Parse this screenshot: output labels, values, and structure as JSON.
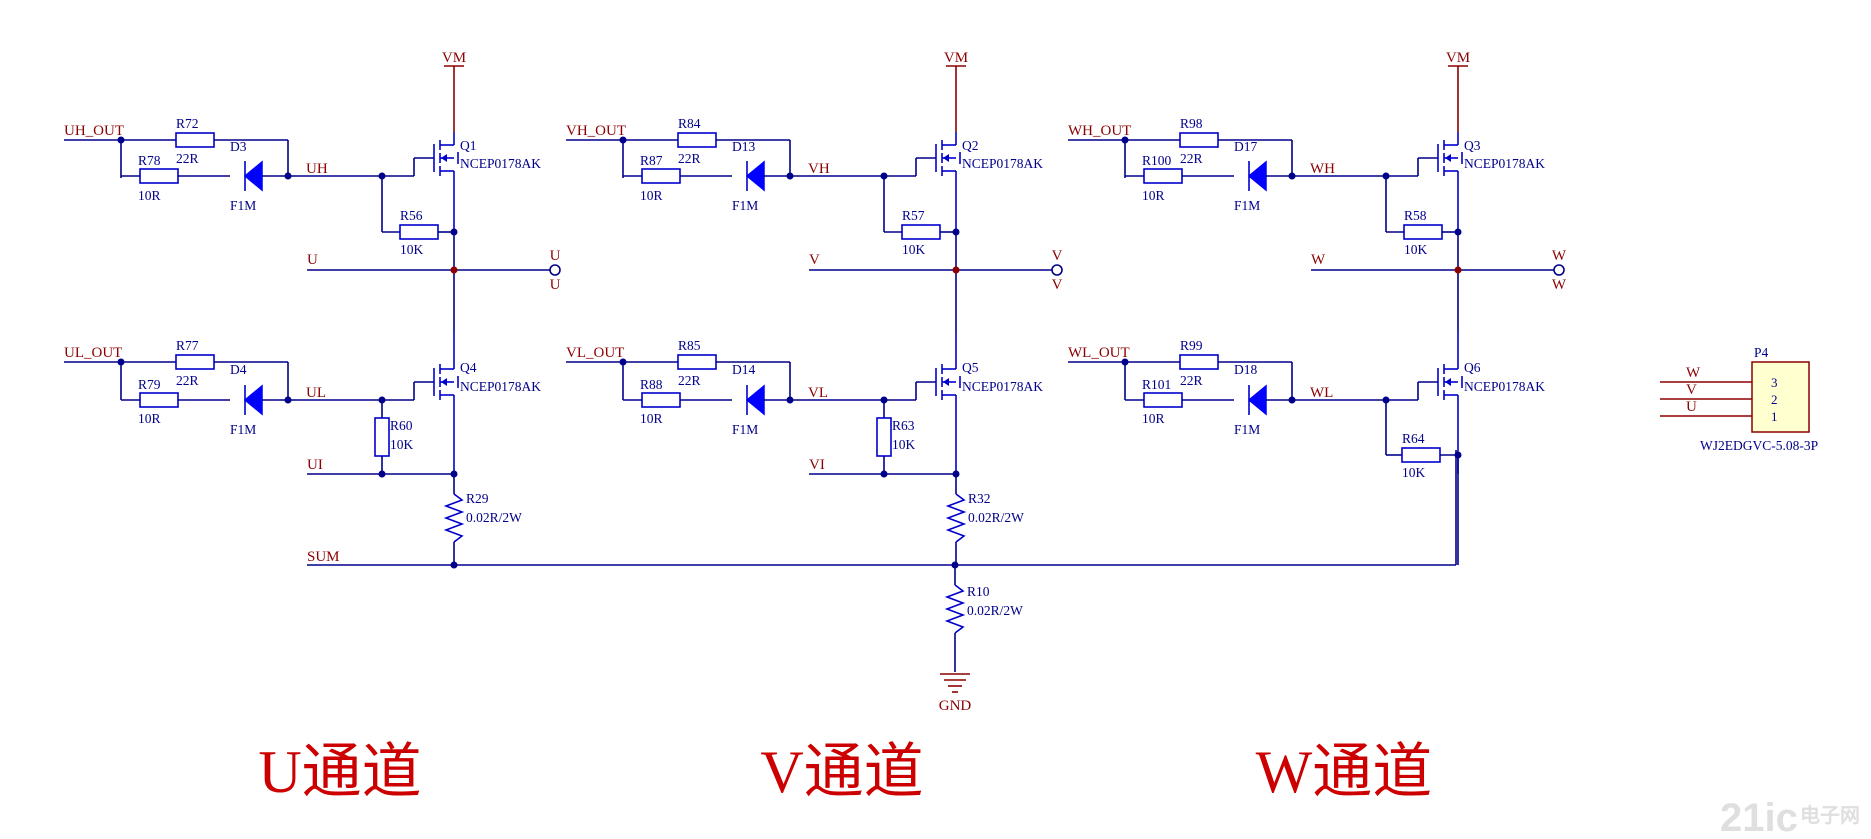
{
  "power": {
    "vm": "VM",
    "gnd": "GND"
  },
  "channels": [
    {
      "in_h": "UH_OUT",
      "in_l": "UL_OUT",
      "gate_h": "UH",
      "gate_l": "UL",
      "phase": "U",
      "phase_port": "U",
      "sense": "UI",
      "r_ser_h": "R72",
      "r_ser_h_val": "22R",
      "r_gate_h": "R78",
      "r_gate_h_val": "10R",
      "d_h": "D3",
      "d_h_val": "F1M",
      "r_ser_l": "R77",
      "r_ser_l_val": "22R",
      "r_gate_l": "R79",
      "r_gate_l_val": "10R",
      "d_l": "D4",
      "d_l_val": "F1M",
      "q_h": "Q1",
      "q_l": "Q4",
      "q_val": "NCEP0178AK",
      "r_pd_h": "R56",
      "r_pd_h_val": "10K",
      "r_pd_l": "R60",
      "r_pd_l_val": "10K",
      "r_shunt": "R29",
      "r_shunt_val": "0.02R/2W",
      "title": "U通道"
    },
    {
      "in_h": "VH_OUT",
      "in_l": "VL_OUT",
      "gate_h": "VH",
      "gate_l": "VL",
      "phase": "V",
      "phase_port": "V",
      "sense": "VI",
      "r_ser_h": "R84",
      "r_ser_h_val": "22R",
      "r_gate_h": "R87",
      "r_gate_h_val": "10R",
      "d_h": "D13",
      "d_h_val": "F1M",
      "r_ser_l": "R85",
      "r_ser_l_val": "22R",
      "r_gate_l": "R88",
      "r_gate_l_val": "10R",
      "d_l": "D14",
      "d_l_val": "F1M",
      "q_h": "Q2",
      "q_l": "Q5",
      "q_val": "NCEP0178AK",
      "r_pd_h": "R57",
      "r_pd_h_val": "10K",
      "r_pd_l": "R63",
      "r_pd_l_val": "10K",
      "r_shunt": "R32",
      "r_shunt_val": "0.02R/2W",
      "title": "V通道"
    },
    {
      "in_h": "WH_OUT",
      "in_l": "WL_OUT",
      "gate_h": "WH",
      "gate_l": "WL",
      "phase": "W",
      "phase_port": "W",
      "sense": "",
      "r_ser_h": "R98",
      "r_ser_h_val": "22R",
      "r_gate_h": "R100",
      "r_gate_h_val": "10R",
      "d_h": "D17",
      "d_h_val": "F1M",
      "r_ser_l": "R99",
      "r_ser_l_val": "22R",
      "r_gate_l": "R101",
      "r_gate_l_val": "10R",
      "d_l": "D18",
      "d_l_val": "F1M",
      "q_h": "Q3",
      "q_l": "Q6",
      "q_val": "NCEP0178AK",
      "r_pd_h": "R58",
      "r_pd_h_val": "10K",
      "r_pd_l": "R64",
      "r_pd_l_val": "10K",
      "r_shunt": "",
      "r_shunt_val": "",
      "title": "W通道"
    }
  ],
  "sum": "SUM",
  "r_main": "R10",
  "r_main_val": "0.02R/2W",
  "connector": {
    "ref": "P4",
    "part": "WJ2EDGVC-5.08-3P",
    "pins": [
      "3",
      "2",
      "1"
    ],
    "nets": [
      "W",
      "V",
      "U"
    ]
  },
  "watermark": {
    "num": "21ic",
    "cn": "电子网"
  },
  "colors": {
    "wire": "#00008b",
    "net": "#8b0000",
    "component": "#0000cd",
    "title": "#cc0000",
    "connector_fill": "#ffffd0"
  }
}
